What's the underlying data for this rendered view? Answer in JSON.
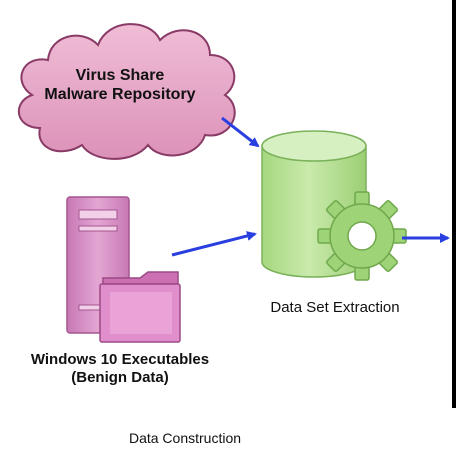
{
  "cloud": {
    "line1": "Virus Share",
    "line2": "Malware Repository"
  },
  "extraction": {
    "label": "Data Set Extraction"
  },
  "windows": {
    "line1": "Windows 10 Executables",
    "line2": "(Benign Data)"
  },
  "caption": "Data Construction",
  "colors": {
    "cloud_fill": "#e7a4c6",
    "cloud_stroke": "#8a3a66",
    "computer_fill": "#d685c3",
    "computer_stroke": "#a4558f",
    "database_fill": "#b3df8d",
    "database_stroke": "#7bb15a",
    "gear_fill": "#9fd378",
    "arrow": "#2a3fe0",
    "divider": "#000000"
  }
}
